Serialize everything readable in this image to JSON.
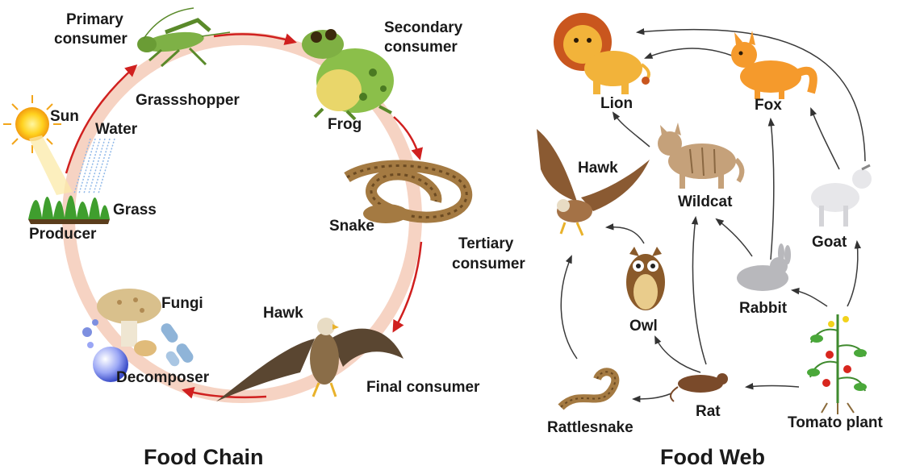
{
  "food_chain": {
    "title": "Food Chain",
    "labels": {
      "primary_consumer_1": "Primary",
      "primary_consumer_2": "consumer",
      "grasshopper": "Grassshopper",
      "secondary_consumer_1": "Secondary",
      "secondary_consumer_2": "consumer",
      "frog": "Frog",
      "sun": "Sun",
      "water": "Water",
      "grass": "Grass",
      "producer": "Producer",
      "snake": "Snake",
      "tertiary_consumer_1": "Tertiary",
      "tertiary_consumer_2": "consumer",
      "fungi": "Fungi",
      "hawk": "Hawk",
      "decomposer": "Decomposer",
      "final_consumer": "Final consumer"
    }
  },
  "food_web": {
    "title": "Food Web",
    "labels": {
      "lion": "Lion",
      "fox": "Fox",
      "hawk": "Hawk",
      "wildcat": "Wildcat",
      "goat": "Goat",
      "owl": "Owl",
      "rabbit": "Rabbit",
      "rat": "Rat",
      "rattlesnake": "Rattlesnake",
      "tomato_plant": "Tomato plant"
    }
  },
  "colors": {
    "chain_ring": "#f6d3c3",
    "chain_arrow": "#d0201f",
    "web_arrow": "#3a3a3a"
  }
}
